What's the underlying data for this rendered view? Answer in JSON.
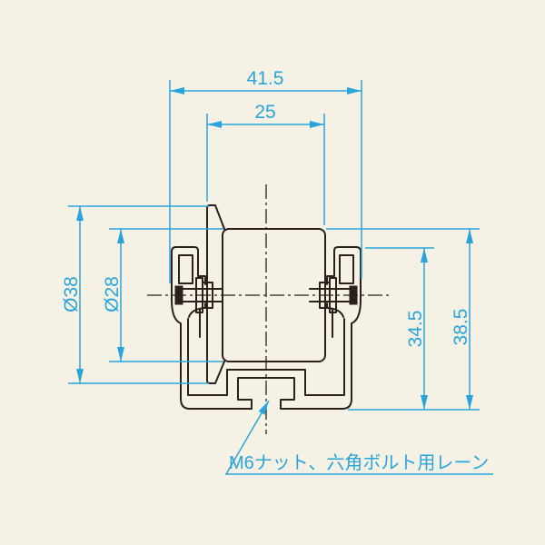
{
  "drawing": {
    "title_implied": "roller-rail-cross-section",
    "colors": {
      "background": "#f5f2e5",
      "outline": "#2b211c",
      "dimension": "#2aa4dc"
    },
    "dimensions": {
      "top_outer": "41.5",
      "top_inner": "25",
      "left_outer": "Ø38",
      "left_inner": "Ø28",
      "right_inner": "34.5",
      "right_outer": "38.5"
    },
    "callout": {
      "label": "M6ナット、六角ボルト用レーン"
    }
  }
}
